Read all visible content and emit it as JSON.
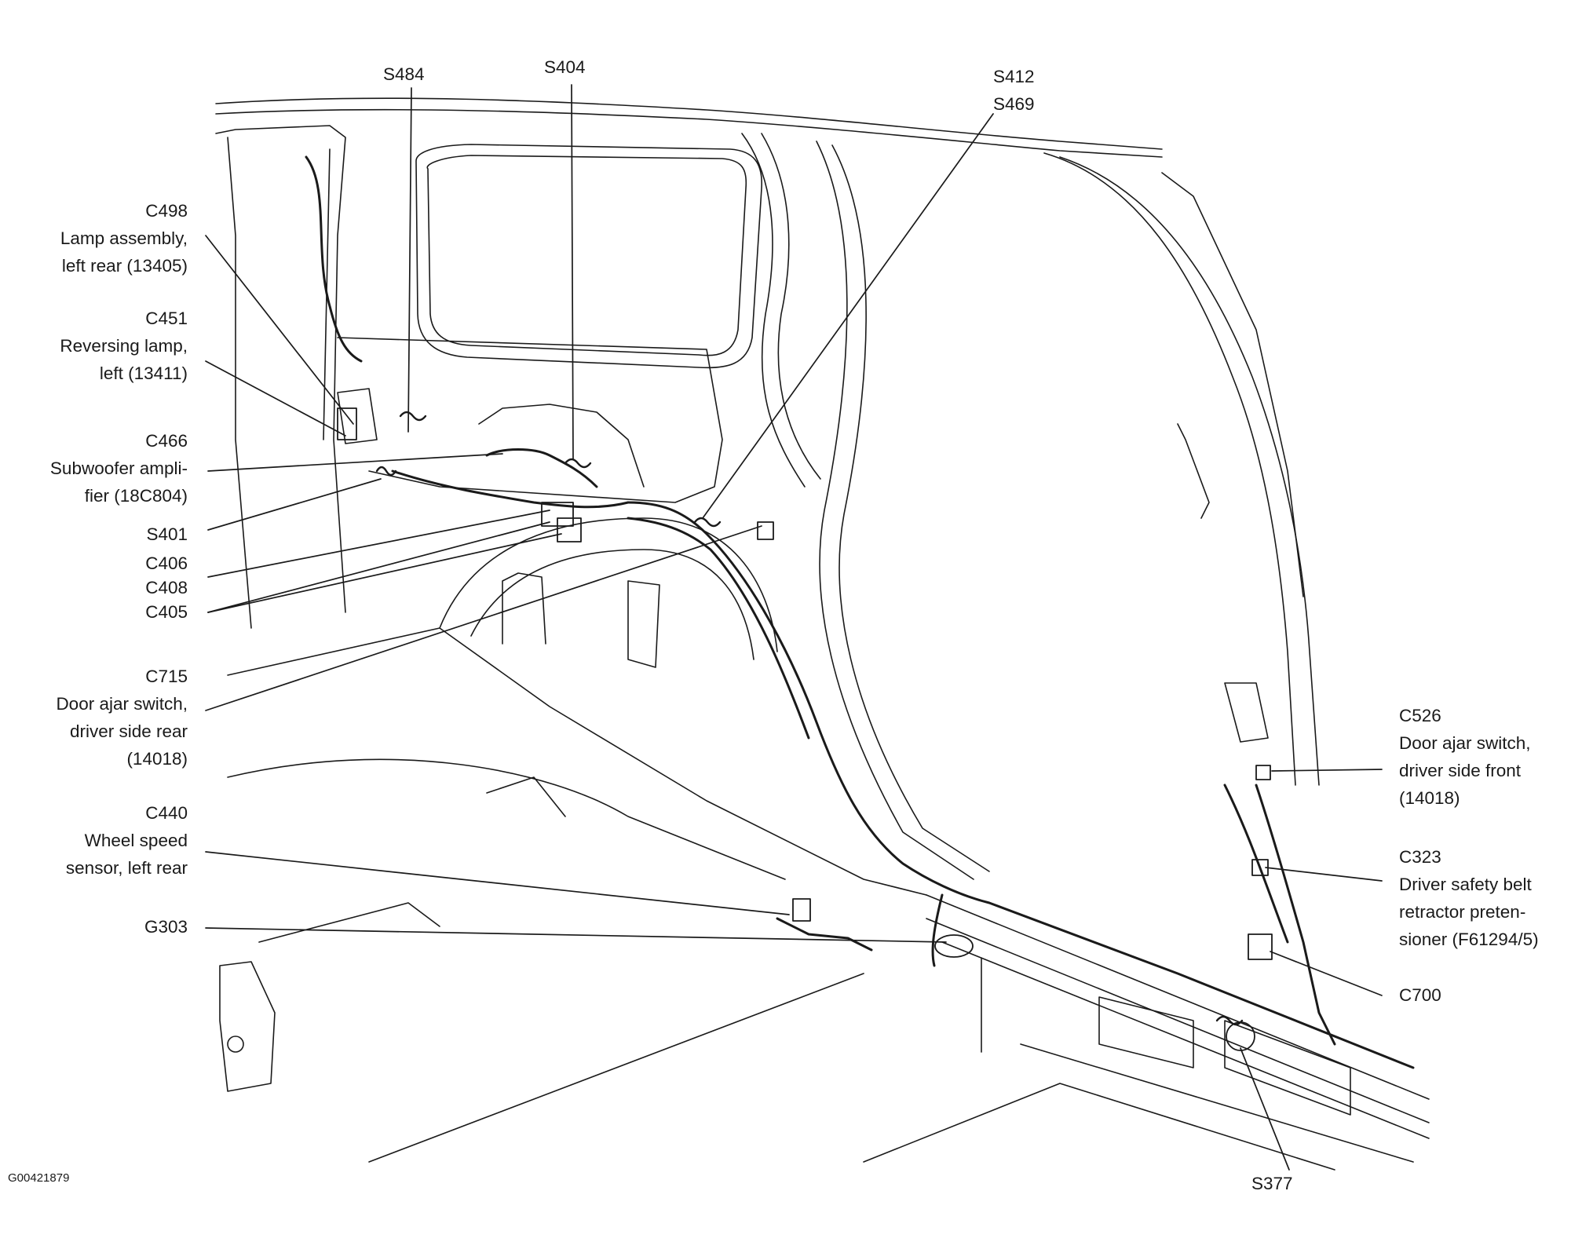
{
  "figure_id": "G00421879",
  "labels": {
    "s484": [
      "S484"
    ],
    "s404": [
      "S404"
    ],
    "s412_s469": [
      "S412",
      "S469"
    ],
    "c498": [
      "C498",
      "Lamp assembly,",
      "left rear (13405)"
    ],
    "c451": [
      "C451",
      "Reversing lamp,",
      "left (13411)"
    ],
    "c466": [
      "C466",
      "Subwoofer ampli-",
      "fier (18C804)"
    ],
    "s401": [
      "S401"
    ],
    "c406_c408_c405": [
      "C406",
      "C408",
      "C405"
    ],
    "c715": [
      "C715",
      "Door ajar switch,",
      "driver side rear",
      "(14018)"
    ],
    "c440": [
      "C440",
      "Wheel speed",
      "sensor, left rear"
    ],
    "g303": [
      "G303"
    ],
    "c526": [
      "C526",
      "Door ajar switch,",
      "driver side front",
      "(14018)"
    ],
    "c323": [
      "C323",
      "Driver safety belt",
      "retractor preten-",
      "sioner (F61294/5)"
    ],
    "c700": [
      "C700"
    ],
    "s377": [
      "S377"
    ]
  }
}
